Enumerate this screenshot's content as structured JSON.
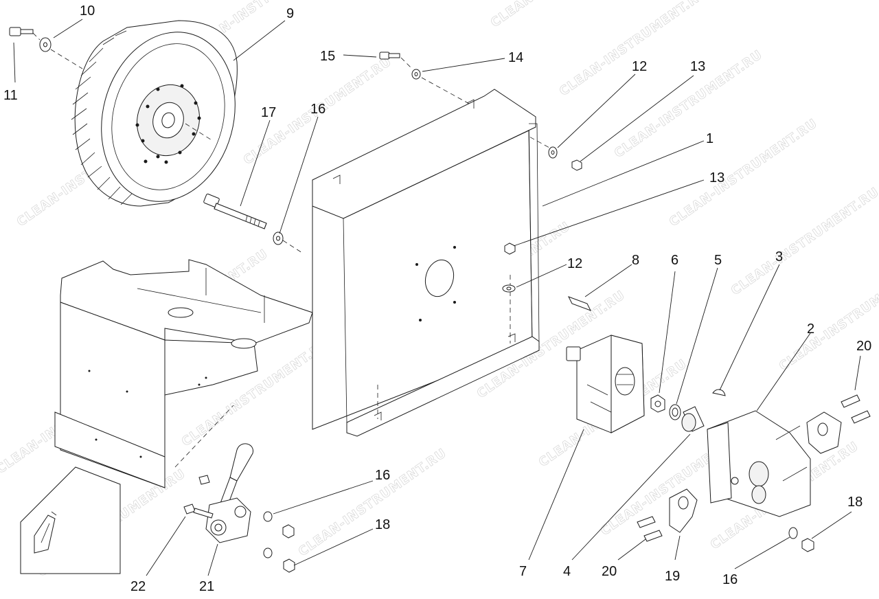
{
  "watermark": {
    "text": "CLEAN-INSTRUMENT.RU"
  },
  "callouts": [
    {
      "id": "c1",
      "label": "1"
    },
    {
      "id": "c2",
      "label": "2"
    },
    {
      "id": "c3",
      "label": "3"
    },
    {
      "id": "c4",
      "label": "4"
    },
    {
      "id": "c5",
      "label": "5"
    },
    {
      "id": "c6",
      "label": "6"
    },
    {
      "id": "c7",
      "label": "7"
    },
    {
      "id": "c8",
      "label": "8"
    },
    {
      "id": "c9",
      "label": "9"
    },
    {
      "id": "c10",
      "label": "10"
    },
    {
      "id": "c11",
      "label": "11"
    },
    {
      "id": "c12a",
      "label": "12"
    },
    {
      "id": "c12b",
      "label": "12"
    },
    {
      "id": "c13a",
      "label": "13"
    },
    {
      "id": "c13b",
      "label": "13"
    },
    {
      "id": "c14",
      "label": "14"
    },
    {
      "id": "c15",
      "label": "15"
    },
    {
      "id": "c16a",
      "label": "16"
    },
    {
      "id": "c16b",
      "label": "16"
    },
    {
      "id": "c16c",
      "label": "16"
    },
    {
      "id": "c17",
      "label": "17"
    },
    {
      "id": "c18a",
      "label": "18"
    },
    {
      "id": "c18b",
      "label": "18"
    },
    {
      "id": "c19",
      "label": "19"
    },
    {
      "id": "c20a",
      "label": "20"
    },
    {
      "id": "c20b",
      "label": "20"
    },
    {
      "id": "c21",
      "label": "21"
    },
    {
      "id": "c22",
      "label": "22"
    }
  ]
}
